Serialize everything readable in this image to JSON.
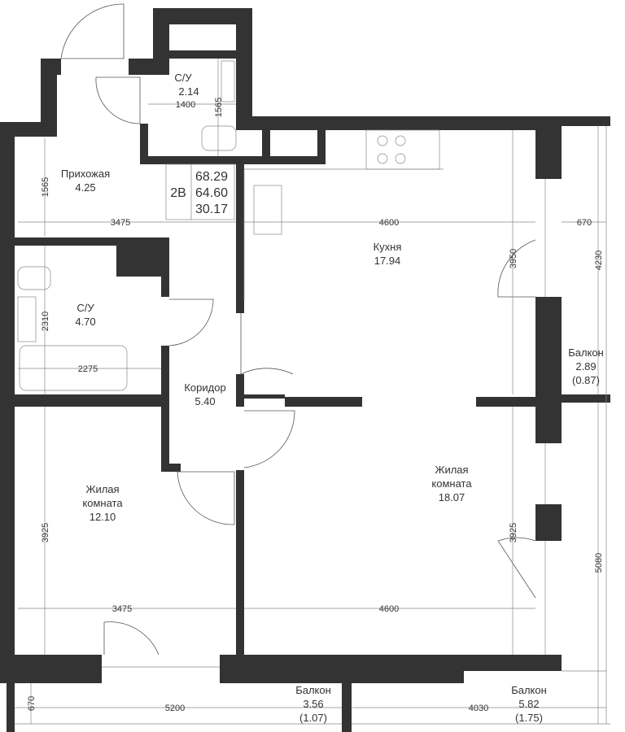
{
  "apartment": {
    "type": "2B",
    "total_area": "68.29",
    "living_total": "64.60",
    "living_area": "30.17"
  },
  "rooms": {
    "hall": {
      "name": "Прихожая",
      "area": "4.25"
    },
    "wc_small": {
      "name": "С/У",
      "area": "2.14"
    },
    "kitchen": {
      "name": "Кухня",
      "area": "17.94"
    },
    "bath": {
      "name": "С/У",
      "area": "4.70"
    },
    "corridor": {
      "name": "Коридор",
      "area": "5.40"
    },
    "room1": {
      "name": "Жилая",
      "name2": "комната",
      "area": "12.10"
    },
    "room2": {
      "name": "Жилая",
      "name2": "комната",
      "area": "18.07"
    },
    "balcony_right": {
      "name": "Балкон",
      "area": "2.89",
      "reduced": "(0.87)"
    },
    "balcony_bottom_left": {
      "name": "Балкон",
      "area": "3.56",
      "reduced": "(1.07)"
    },
    "balcony_bottom_right": {
      "name": "Балкон",
      "area": "5.82",
      "reduced": "(1.75)"
    }
  },
  "dimensions": {
    "wc_width": "1400",
    "wc_height": "1565",
    "hall_height": "1565",
    "hall_width": "3475",
    "kitchen_width": "4600",
    "kitchen_height": "3950",
    "balcony_r_width": "670",
    "balcony_r_height": "4230",
    "bath_height": "2310",
    "bath_width": "2275",
    "room1_height": "3925",
    "room1_width": "3475",
    "room2_height": "3925",
    "room2_width": "4600",
    "balcony_r2_height": "5080",
    "balcony_b_height": "670",
    "balcony_bl_width": "5200",
    "balcony_br_width": "4030"
  },
  "colors": {
    "wall": "#333333"
  }
}
